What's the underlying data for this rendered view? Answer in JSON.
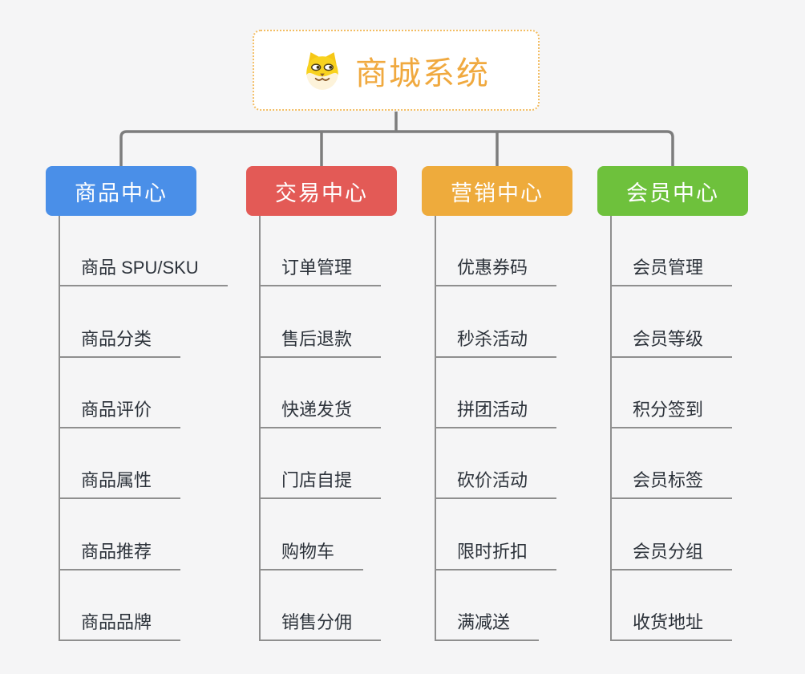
{
  "page": {
    "background": "#f5f5f6"
  },
  "root": {
    "title": "商城系统",
    "icon": "dog-face",
    "text_color": "#f0a93f",
    "border_color": "#f3bd63"
  },
  "connector": {
    "bus_color": "#7d7d7d",
    "spine_color": "#8f8f8f"
  },
  "branches": [
    {
      "label": "商品中心",
      "color": "#4a8fe8",
      "children": [
        "商品 SPU/SKU",
        "商品分类",
        "商品评价",
        "商品属性",
        "商品推荐",
        "商品品牌"
      ]
    },
    {
      "label": "交易中心",
      "color": "#e35a56",
      "children": [
        "订单管理",
        "售后退款",
        "快递发货",
        "门店自提",
        "购物车",
        "销售分佣"
      ]
    },
    {
      "label": "营销中心",
      "color": "#eeab3c",
      "children": [
        "优惠券码",
        "秒杀活动",
        "拼团活动",
        "砍价活动",
        "限时折扣",
        "满减送"
      ]
    },
    {
      "label": "会员中心",
      "color": "#6ec13c",
      "children": [
        "会员管理",
        "会员等级",
        "积分签到",
        "会员标签",
        "会员分组",
        "收货地址"
      ]
    }
  ]
}
